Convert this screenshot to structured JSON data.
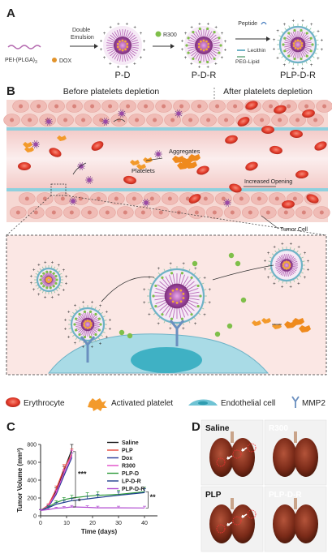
{
  "panels": {
    "A": {
      "letter": "A",
      "polymer_label": "PEI-(PLGA)",
      "polymer_subscript": "3",
      "dox_label": "DOX",
      "step1_line1": "Double",
      "step1_line2": "Emulsion",
      "r300_label": "R300",
      "peptide_label": "Peptide",
      "lecithin_label": "Lecithin",
      "peg_label": "PEG-Lipid",
      "particle_names": [
        "P-D",
        "P-D-R",
        "PLP-D-R"
      ]
    },
    "B": {
      "letter": "B",
      "before_title": "Before platelets depletion",
      "after_title": "After platelets depletion",
      "aggregates_label": "Aggregates",
      "platelets_label": "Platelets",
      "opening_label": "Increased Opening",
      "tumor_label": "Tumor Cell"
    },
    "legend": {
      "erythrocyte": "Erythrocyte",
      "platelet": "Activated platelet",
      "endothelial": "Endothelial cell",
      "mmp2": "MMP2"
    },
    "C": {
      "letter": "C",
      "significance": [
        "***",
        "*",
        "**"
      ]
    },
    "D": {
      "letter": "D",
      "labels": [
        "Saline",
        "R300",
        "PLP",
        "PLP-D-R"
      ]
    }
  },
  "colors": {
    "erythrocyte": "#e53f2e",
    "platelet": "#f39a2b",
    "vessel": "#f3c1bf",
    "tumor_cell": "#e9a8a5",
    "tissue": "#f8dcd8",
    "endothelial": "#6fc3d4",
    "mmp2": "#6a8fbf",
    "core": "#8e3d8e",
    "lung": "#7a2a18"
  },
  "chart_data": {
    "type": "line",
    "xlabel": "Time (days)",
    "ylabel": "Tumor Volume (mm³)",
    "xlim": [
      0,
      45
    ],
    "ylim": [
      0,
      800
    ],
    "xticks": [
      0,
      10,
      20,
      30,
      40
    ],
    "yticks": [
      0,
      200,
      400,
      600,
      800
    ],
    "series": [
      {
        "name": "Saline",
        "color": "#1a1a1a",
        "x": [
          0,
          3,
          6,
          9,
          12
        ],
        "y": [
          60,
          110,
          280,
          510,
          740
        ],
        "err": [
          10,
          15,
          35,
          45,
          60
        ]
      },
      {
        "name": "PLP",
        "color": "#e8463c",
        "x": [
          0,
          3,
          6,
          9,
          12
        ],
        "y": [
          60,
          120,
          300,
          530,
          690
        ],
        "err": [
          10,
          15,
          35,
          45,
          60
        ]
      },
      {
        "name": "Dox",
        "color": "#2a3a9a",
        "x": [
          0,
          3,
          6,
          9,
          12
        ],
        "y": [
          60,
          100,
          240,
          450,
          650
        ],
        "err": [
          10,
          15,
          30,
          40,
          55
        ]
      },
      {
        "name": "R300",
        "color": "#e24bc8",
        "x": [
          0,
          3,
          6,
          9,
          12
        ],
        "y": [
          60,
          110,
          260,
          480,
          680
        ],
        "err": [
          10,
          15,
          30,
          40,
          55
        ]
      },
      {
        "name": "PLP-D",
        "color": "#2e9b3a",
        "x": [
          0,
          3,
          6,
          9,
          12,
          18,
          22,
          30,
          40
        ],
        "y": [
          60,
          100,
          150,
          180,
          200,
          220,
          230,
          240,
          270
        ],
        "err": [
          10,
          12,
          20,
          25,
          30,
          40,
          40,
          45,
          50
        ]
      },
      {
        "name": "LP-D-R",
        "color": "#1f3f8f",
        "x": [
          0,
          3,
          6,
          9,
          12,
          18,
          22,
          30,
          40
        ],
        "y": [
          60,
          90,
          130,
          150,
          170,
          190,
          205,
          230,
          260
        ],
        "err": [
          10,
          12,
          18,
          22,
          25,
          30,
          35,
          40,
          45
        ]
      },
      {
        "name": "PLP-D-R",
        "color": "#b04ad0",
        "x": [
          0,
          3,
          6,
          9,
          12,
          18,
          22,
          30,
          40
        ],
        "y": [
          60,
          70,
          85,
          90,
          100,
          95,
          90,
          90,
          88
        ],
        "err": [
          10,
          10,
          12,
          14,
          16,
          18,
          18,
          18,
          20
        ]
      }
    ]
  }
}
